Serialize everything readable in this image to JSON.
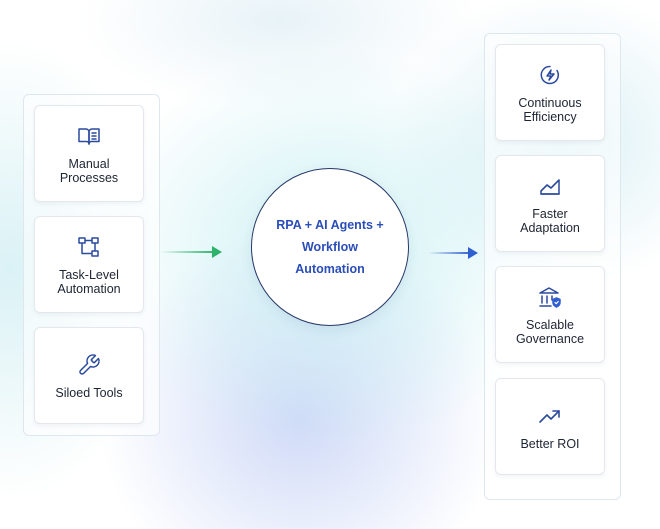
{
  "left_items": [
    {
      "label": "Manual\nProcesses",
      "icon": "book-open-icon"
    },
    {
      "label": "Task-Level\nAutomation",
      "icon": "flowchart-icon"
    },
    {
      "label": "Siloed Tools",
      "icon": "wrench-icon"
    }
  ],
  "center": {
    "label": "RPA + AI Agents +\nWorkflow\nAutomation"
  },
  "right_items": [
    {
      "label": "Continuous\nEfficiency",
      "icon": "lightning-icon"
    },
    {
      "label": "Faster\nAdaptation",
      "icon": "chart-area-icon"
    },
    {
      "label": "Scalable\nGovernance",
      "icon": "bank-shield-icon"
    },
    {
      "label": "Better ROI",
      "icon": "trend-up-icon"
    }
  ],
  "colors": {
    "icon": "#2a4a9e",
    "text": "#1d2433",
    "center_text": "#2a4db8",
    "arrow_left": "#2fb36b",
    "arrow_right": "#2f5fd0"
  }
}
